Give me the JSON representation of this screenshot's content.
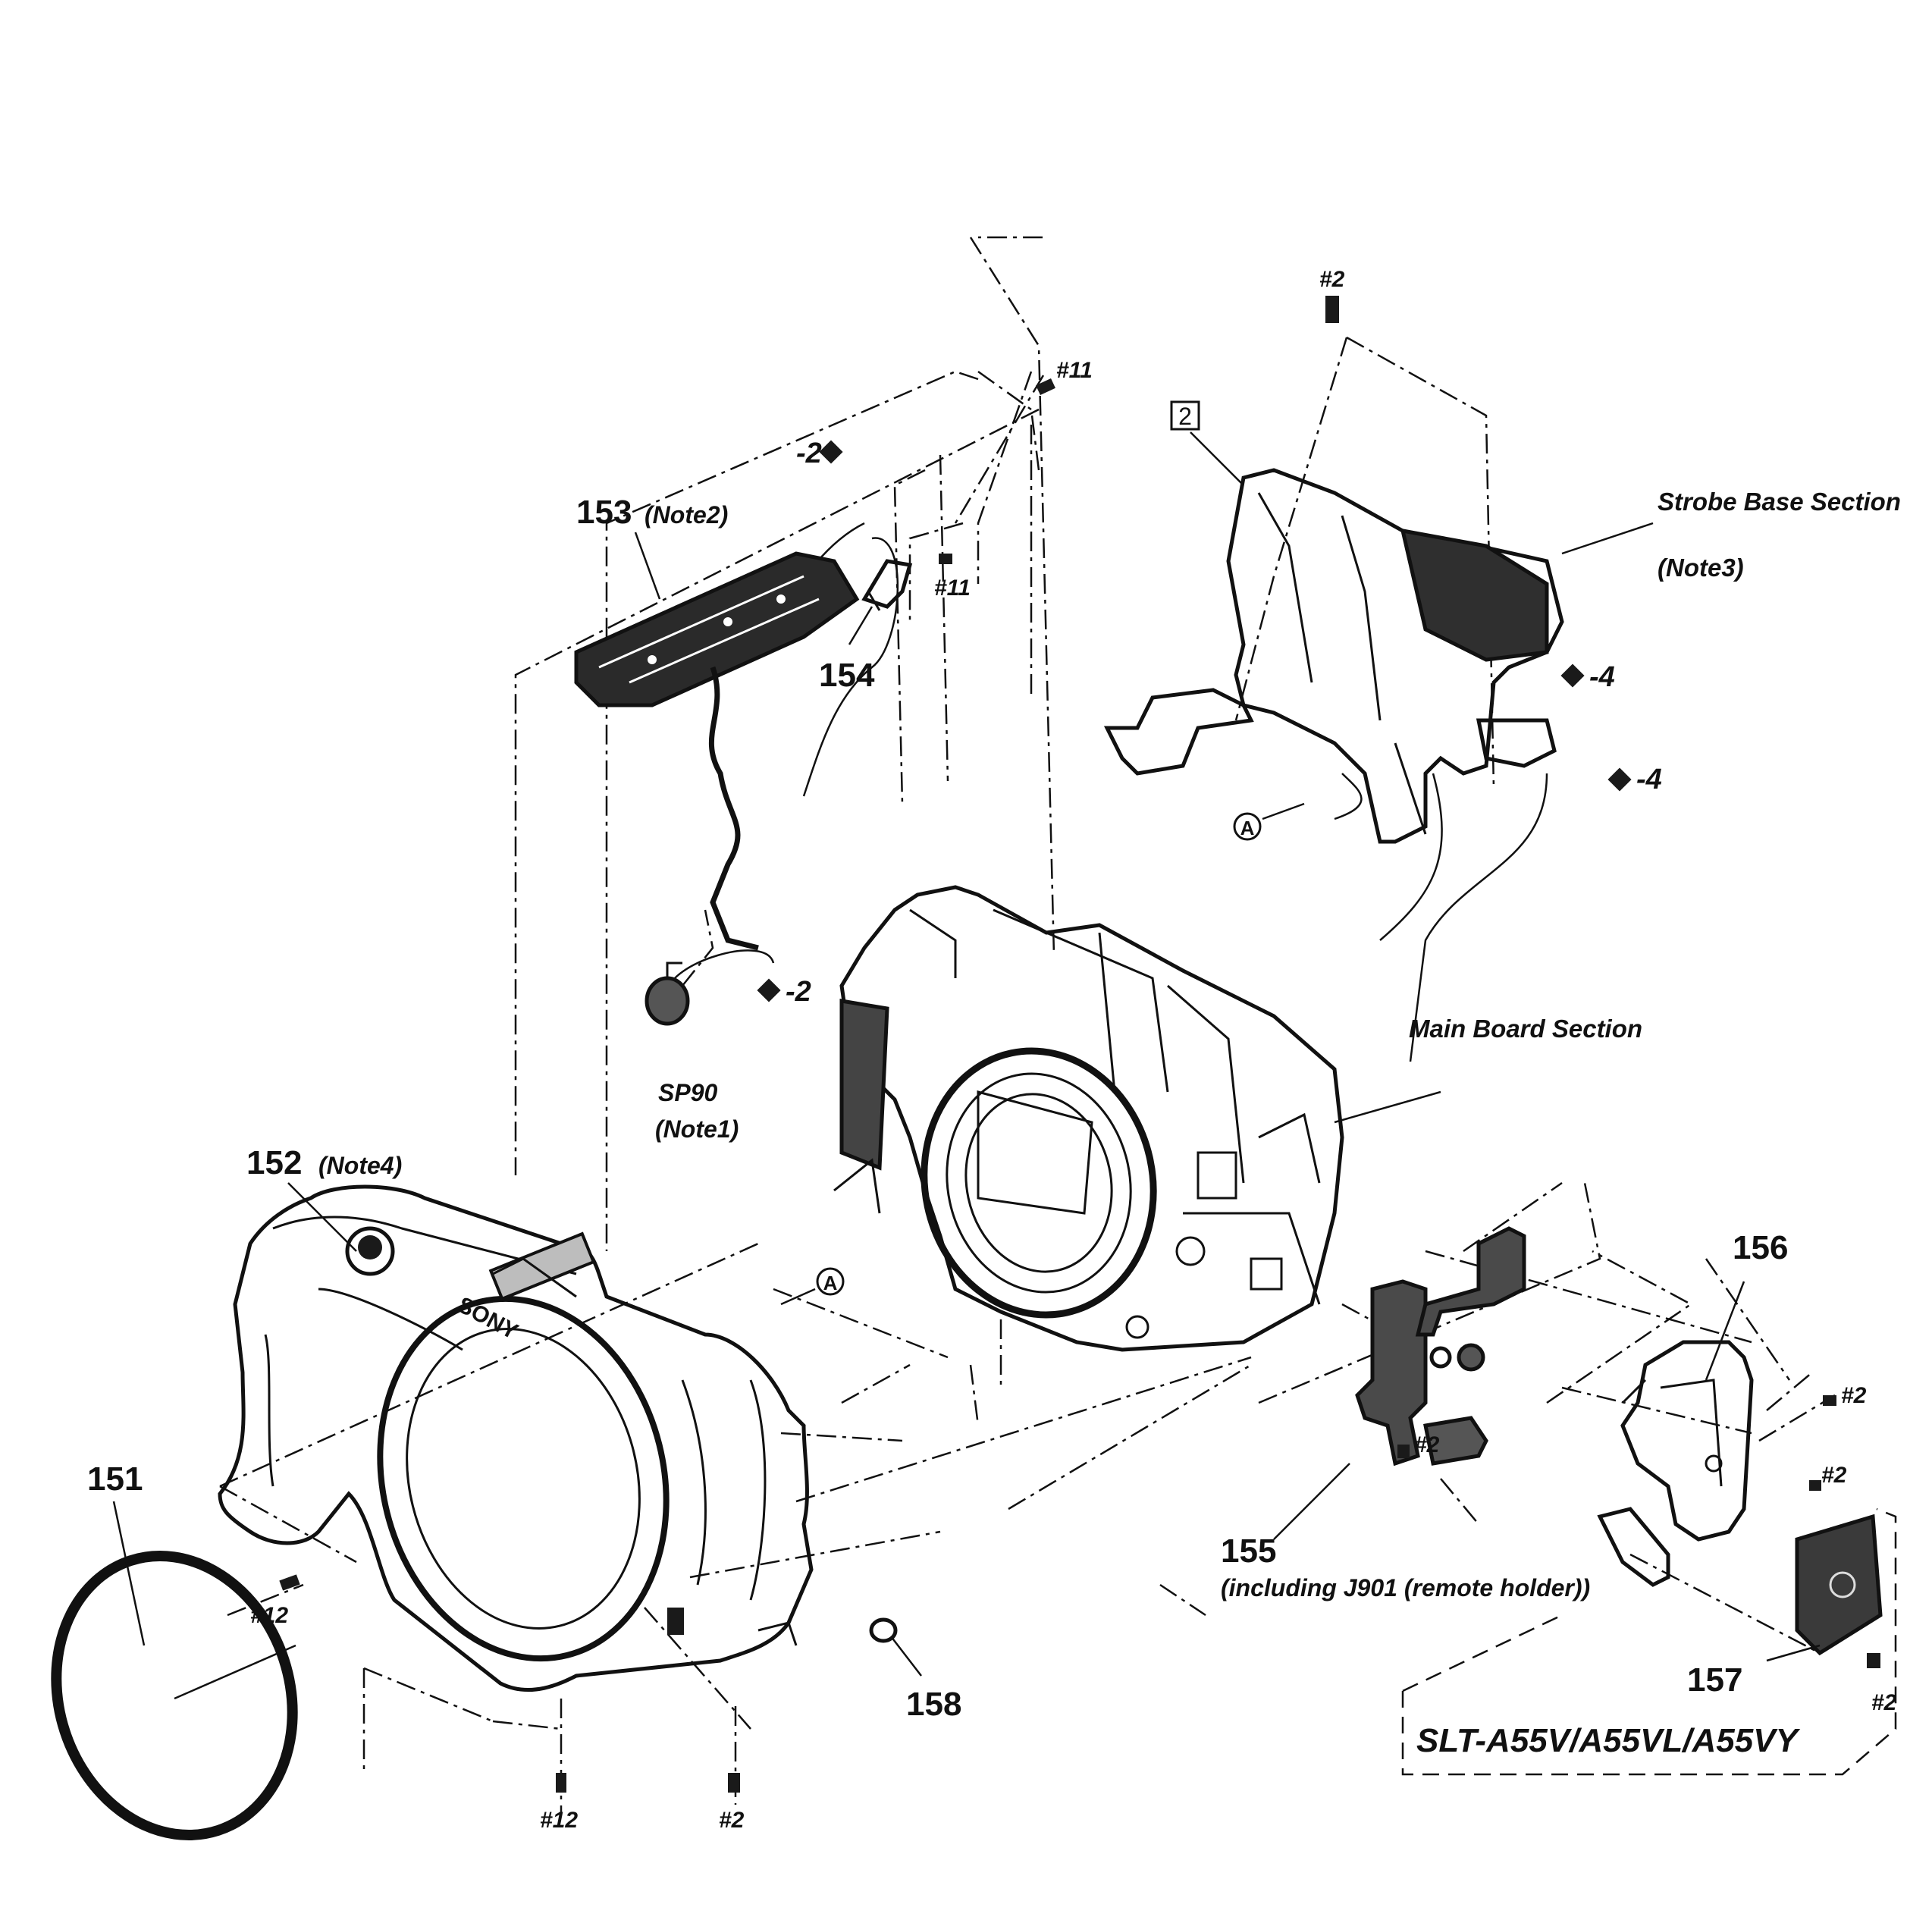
{
  "labels": {
    "p151": "151",
    "p152": "152",
    "p152_note": "(Note4)",
    "p153": "153",
    "p153_note": "(Note2)",
    "p154": "154",
    "p155": "155",
    "p155_note": "(including J901 (remote holder))",
    "p156": "156",
    "p157": "157",
    "p158": "158",
    "sp90": "SP90",
    "sp90_note": "(Note1)",
    "box2": "2",
    "strobe": "Strobe Base Section",
    "strobe_note": "(Note3)",
    "mainboard": "Main Board Section",
    "model": "SLT-A55V/A55VL/A55VY",
    "circleA": "A"
  },
  "screws": {
    "top": "#2",
    "s11a": "#11",
    "s11b": "#11",
    "s2_153": "-2",
    "s2_sp90": "-2",
    "s4a": "-4",
    "s4b": "-4",
    "s2_156a": "#2",
    "s2_156b": "#2",
    "s2_155": "#2",
    "s2_157": "#2",
    "s12_left": "#12",
    "s12_bottom": "#12",
    "s2_bottom": "#2"
  }
}
